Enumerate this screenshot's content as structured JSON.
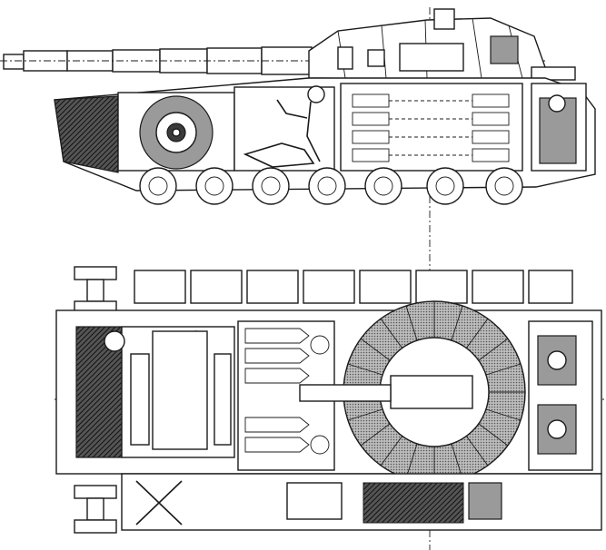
{
  "figure": {
    "views": [
      {
        "id": "side-view",
        "kind": "longitudinal section"
      },
      {
        "id": "plan-view",
        "kind": "plan section"
      }
    ],
    "colors": {
      "ink": "#1b1b1b",
      "paper": "#ffffff",
      "mid_gray": "#9a9a9a",
      "dark_hatch": "#3a3a3a"
    },
    "side_view": {
      "road_wheels": 7,
      "turret_ammo_rows": 4
    },
    "plan_view": {
      "track_panels": 8,
      "carousel_compartments": 20,
      "engine_rollers": 2
    }
  }
}
